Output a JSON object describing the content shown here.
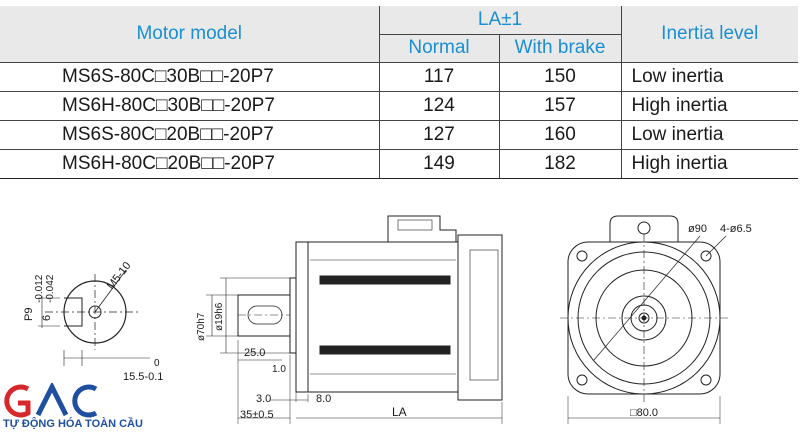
{
  "table": {
    "headers": {
      "model": "Motor model",
      "la": "LA±1",
      "normal": "Normal",
      "with_brake": "With brake",
      "inertia": "Inertia level"
    },
    "rows": [
      {
        "model": "MS6S-80C□30B□□-20P7",
        "normal": "117",
        "with_brake": "150",
        "inertia": "Low inertia"
      },
      {
        "model": "MS6H-80C□30B□□-20P7",
        "normal": "124",
        "with_brake": "157",
        "inertia": "High inertia"
      },
      {
        "model": "MS6S-80C□20B□□-20P7",
        "normal": "127",
        "with_brake": "160",
        "inertia": "Low inertia"
      },
      {
        "model": "MS6H-80C□20B□□-20P7",
        "normal": "149",
        "with_brake": "182",
        "inertia": "High inertia"
      }
    ],
    "header_color": "#1a8fd1",
    "header_bg": "#e9e9e9"
  },
  "drawing": {
    "shaft_section": {
      "p9": "P9",
      "tol_upper": "-0.012",
      "tol_lower": "-0.042",
      "tol_prefix": "6",
      "thread": "M5-10",
      "depth_zero": "0",
      "depth": "15.5-0.1"
    },
    "side_view": {
      "flange_dia": "ø70h7",
      "shaft_dia": "ø19h6",
      "key_len": "25.0",
      "step": "1.0",
      "flange_thk": "3.0",
      "gap": "8.0",
      "shaft_len": "35±0.5",
      "la": "LA"
    },
    "front_view": {
      "pcd": "ø90",
      "holes": "4-ø6.5",
      "square": "□80.0"
    }
  },
  "brand": {
    "logo_text": "GAC",
    "tagline": "TỰ ĐỘNG HÓA TOÀN CẦU",
    "red": "#d6282b",
    "blue": "#1f4fa0"
  }
}
